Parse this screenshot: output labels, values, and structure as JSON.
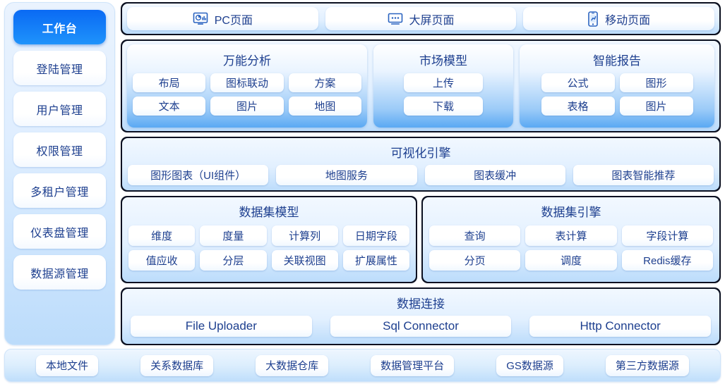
{
  "sidebar": {
    "items": [
      {
        "label": "工作台",
        "active": true
      },
      {
        "label": "登陆管理",
        "active": false
      },
      {
        "label": "用户管理",
        "active": false
      },
      {
        "label": "权限管理",
        "active": false
      },
      {
        "label": "多租户管理",
        "active": false
      },
      {
        "label": "仪表盘管理",
        "active": false
      },
      {
        "label": "数据源管理",
        "active": false
      }
    ]
  },
  "tabs": [
    {
      "label": "PC页面",
      "icon": "monitor-chart-icon"
    },
    {
      "label": "大屏页面",
      "icon": "big-screen-icon"
    },
    {
      "label": "移动页面",
      "icon": "mobile-chart-icon"
    }
  ],
  "modules": [
    {
      "title": "万能分析",
      "rows": [
        [
          "布局",
          "图标联动",
          "方案"
        ],
        [
          "文本",
          "图片",
          "地图"
        ]
      ]
    },
    {
      "title": "市场模型",
      "rows": [
        [
          "上传"
        ],
        [
          "下载"
        ]
      ]
    },
    {
      "title": "智能报告",
      "rows": [
        [
          "公式",
          "图形"
        ],
        [
          "表格",
          "图片"
        ]
      ]
    }
  ],
  "visualization_engine": {
    "title": "可视化引擎",
    "items": [
      "图形图表（UI组件）",
      "地图服务",
      "图表缓冲",
      "图表智能推荐"
    ]
  },
  "dataset_model": {
    "title": "数据集模型",
    "rows": [
      [
        "维度",
        "度量",
        "计算列",
        "日期字段"
      ],
      [
        "值应收",
        "分层",
        "关联视图",
        "扩展属性"
      ]
    ]
  },
  "dataset_engine": {
    "title": "数据集引擎",
    "rows": [
      [
        "查询",
        "表计算",
        "字段计算"
      ],
      [
        "分页",
        "调度",
        "Redis缓存"
      ]
    ]
  },
  "data_connection": {
    "title": "数据连接",
    "items": [
      "File Uploader",
      "Sql Connector",
      "Http Connector"
    ]
  },
  "data_sources": [
    "本地文件",
    "关系数据库",
    "大数据仓库",
    "数据管理平台",
    "GS数据源",
    "第三方数据源"
  ],
  "colors": {
    "accent": "#0a6af4",
    "text": "#1d3f8f",
    "border": "#0b1020",
    "panel_bottom": "#5aa9f3"
  }
}
